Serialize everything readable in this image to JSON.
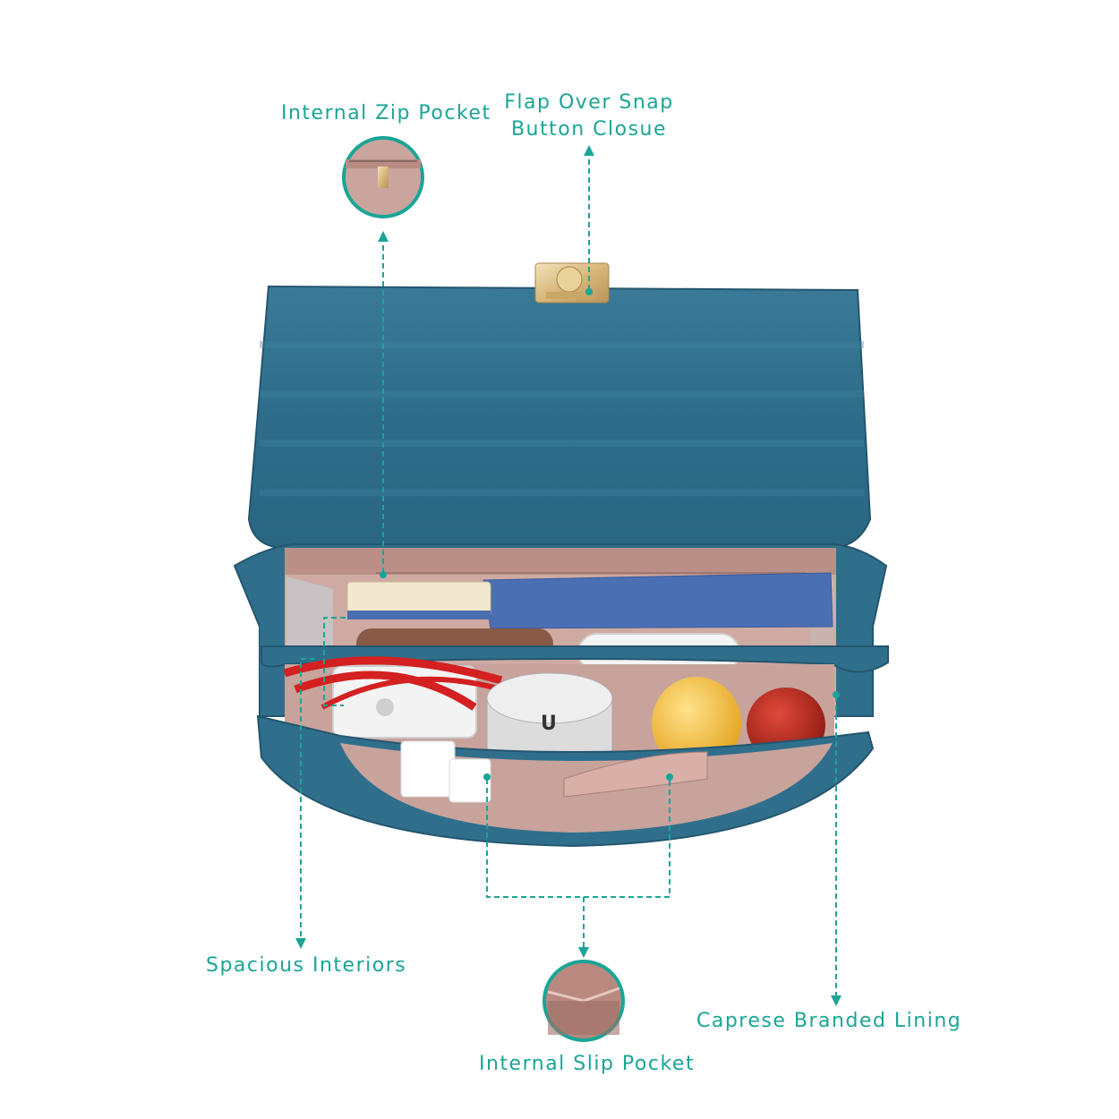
{
  "labels": {
    "zip_pocket": "Internal Zip Pocket",
    "flap_line1": "Flap Over Snap",
    "flap_line2": "Button Closue",
    "spacious": "Spacious Interiors",
    "lining": "Caprese Branded Lining",
    "slip_pocket": "Internal Slip Pocket"
  },
  "colors": {
    "accent": "#1aa596",
    "bag_teal": "#2f6f8c",
    "lining_pink": "#caa59e",
    "gold": "#d8b77a"
  },
  "icons": [
    "lock-icon",
    "zipper-icon",
    "slip-pocket-icon"
  ]
}
